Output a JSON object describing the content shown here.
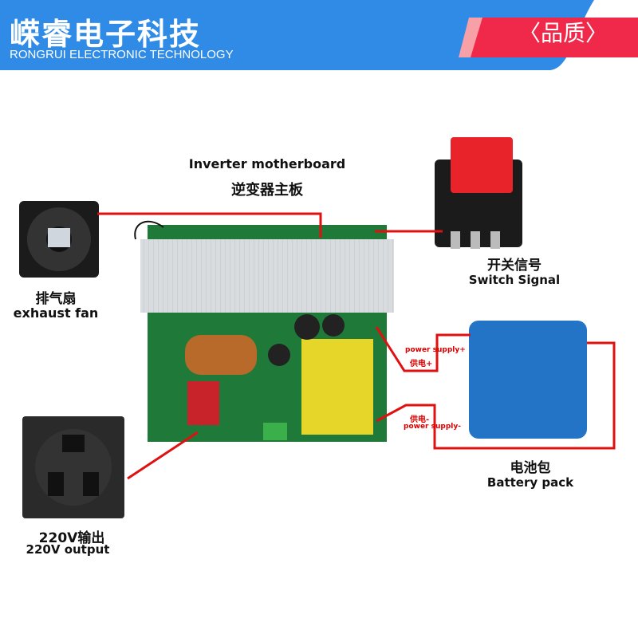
{
  "header": {
    "brand_cn": "嵘睿电子科技",
    "brand_en": "RONGRUI  ELECTRONIC TECHNOLOGY",
    "badge": "〈品质〉",
    "brand_color": "#2f8be6",
    "badge_color": "#f0294a"
  },
  "labels": {
    "board_en": "Inverter motherboard",
    "board_cn": "逆变器主板",
    "fan_cn": "排气扇",
    "fan_en": "exhaust fan",
    "switch_cn": "开关信号",
    "switch_en": "Switch Signal",
    "battery_cn": "电池包",
    "battery_en": "Battery pack",
    "output_cn": "220V输出",
    "output_en": "220V output",
    "plus_en": "power supply+",
    "plus_cn": "供电+",
    "minus_cn": "供电-",
    "minus_en": "power supply-"
  },
  "line_color": "#e01010"
}
